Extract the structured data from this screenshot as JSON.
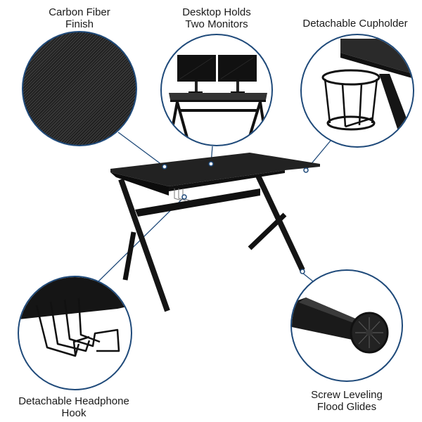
{
  "features": [
    {
      "id": "carbon-fiber",
      "label_line1": "Carbon Fiber",
      "label_line2": "Finish"
    },
    {
      "id": "two-monitors",
      "label_line1": "Desktop Holds",
      "label_line2": "Two Monitors"
    },
    {
      "id": "cupholder",
      "label_line1": "Detachable Cupholder",
      "label_line2": ""
    },
    {
      "id": "headphone-hook",
      "label_line1": "Detachable Headphone",
      "label_line2": "Hook"
    },
    {
      "id": "floor-glides",
      "label_line1": "Screw Leveling",
      "label_line2": "Flood Glides"
    }
  ],
  "colors": {
    "accent": "#1f4a7a",
    "desk": "#1c1c1c",
    "background": "#ffffff"
  }
}
